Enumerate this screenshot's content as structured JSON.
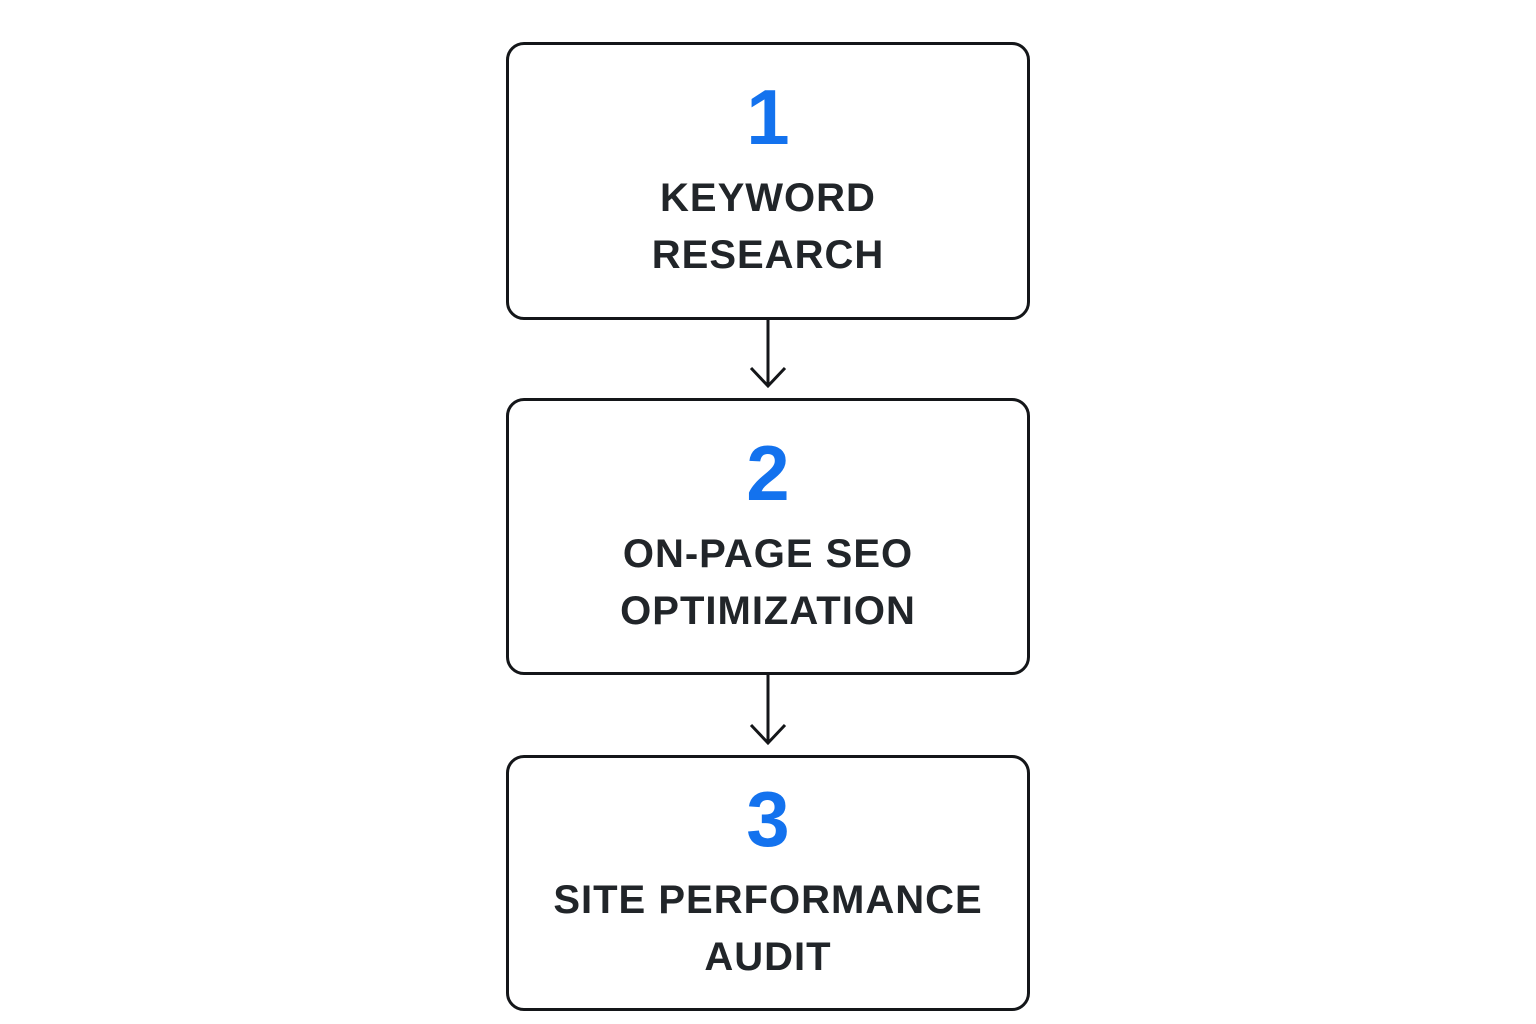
{
  "diagram": {
    "type": "flowchart",
    "direction": "top-down",
    "steps": [
      {
        "number": "1",
        "line1": "KEYWORD",
        "line2": "RESEARCH"
      },
      {
        "number": "2",
        "line1": "ON-PAGE SEO",
        "line2": "OPTIMIZATION"
      },
      {
        "number": "3",
        "line1": "SITE PERFORMANCE",
        "line2": "AUDIT"
      }
    ]
  },
  "colors": {
    "accent": "#1372EE",
    "text": "#212529",
    "border": "#141619",
    "background": "#FFFFFF"
  }
}
